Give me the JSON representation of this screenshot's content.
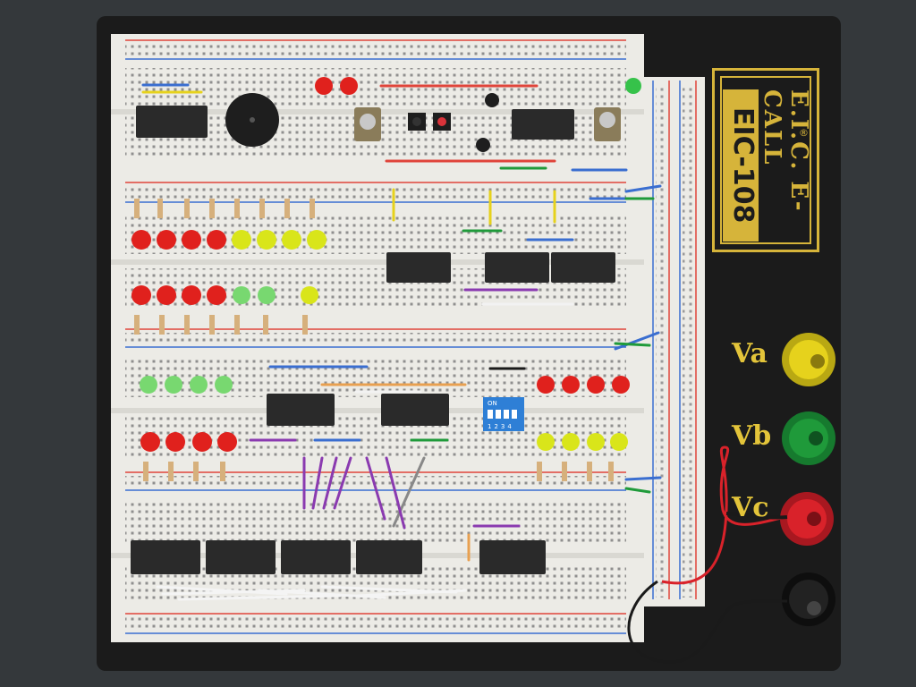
{
  "labels": {
    "va": "Va",
    "vb": "Vb",
    "vc": "Vc",
    "brand": "E.I.C. E-CALL",
    "model": "EIC-108",
    "reg": "®",
    "dip_on": "ON",
    "dip_nums": "1234"
  },
  "colors": {
    "desk": "#34383b",
    "board": "#1b1b1b",
    "breadboard": "#ecebe6",
    "gold": "#d6b43a",
    "post_yellow": "#e6d21c",
    "post_green": "#1f9a3a",
    "post_red": "#d9222a",
    "post_black": "#1a1a1a",
    "led_red": "#e0211d",
    "led_yellow": "#d9e51a",
    "led_green": "#78d870",
    "ic": "#2a2a2a",
    "dip": "#2e7fd6"
  },
  "icons": [
    "breadboard",
    "binding-post",
    "led",
    "ic-chip",
    "dip-switch",
    "buzzer",
    "toggle-switch",
    "push-button",
    "resistor",
    "capacitor",
    "jumper-wire"
  ]
}
